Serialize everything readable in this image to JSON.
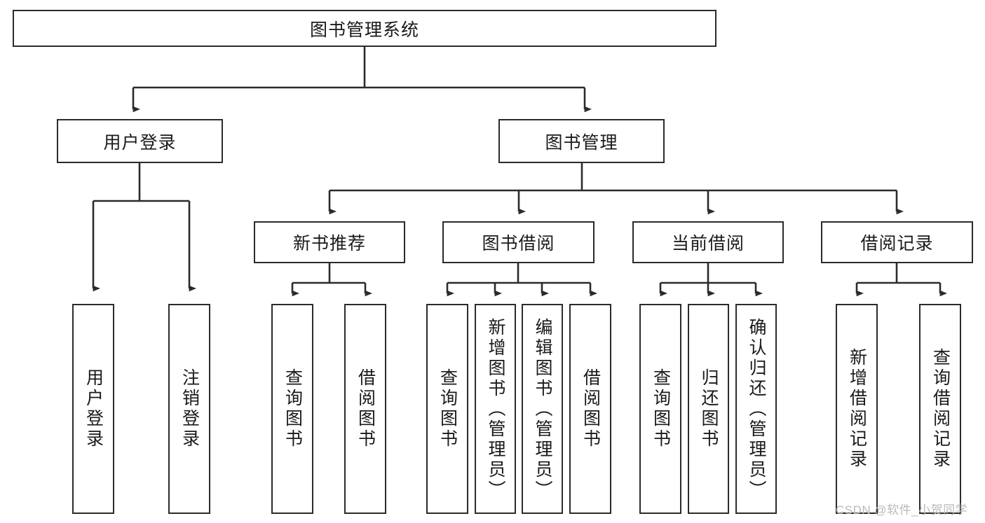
{
  "diagram": {
    "type": "hierarchy-tree",
    "title": "图书管理系统",
    "root": {
      "id": "root",
      "label": "图书管理系统"
    },
    "level2": [
      {
        "id": "user-login",
        "label": "用户登录"
      },
      {
        "id": "book-manage",
        "label": "图书管理"
      }
    ],
    "level3": [
      {
        "id": "new-book-rec",
        "label": "新书推荐",
        "parent": "book-manage"
      },
      {
        "id": "book-borrow",
        "label": "图书借阅",
        "parent": "book-manage"
      },
      {
        "id": "current-borrow",
        "label": "当前借阅",
        "parent": "book-manage"
      },
      {
        "id": "borrow-record",
        "label": "借阅记录",
        "parent": "book-manage"
      }
    ],
    "leaves": {
      "user-login": [
        {
          "id": "leaf-user-login",
          "label": "用户登录"
        },
        {
          "id": "leaf-logout",
          "label": "注销登录"
        }
      ],
      "new-book-rec": [
        {
          "id": "leaf-query-book-1",
          "label": "查询图书"
        },
        {
          "id": "leaf-borrow-book-1",
          "label": "借阅图书"
        }
      ],
      "book-borrow": [
        {
          "id": "leaf-query-book-2",
          "label": "查询图书"
        },
        {
          "id": "leaf-add-book",
          "label": "新增图书（管理员）"
        },
        {
          "id": "leaf-edit-book",
          "label": "编辑图书（管理员）"
        },
        {
          "id": "leaf-borrow-book-2",
          "label": "借阅图书"
        }
      ],
      "current-borrow": [
        {
          "id": "leaf-query-book-3",
          "label": "查询图书"
        },
        {
          "id": "leaf-return-book",
          "label": "归还图书"
        },
        {
          "id": "leaf-confirm-return",
          "label": "确认归还（管理员）"
        }
      ],
      "borrow-record": [
        {
          "id": "leaf-add-record",
          "label": "新增借阅记录"
        },
        {
          "id": "leaf-query-record",
          "label": "查询借阅记录"
        }
      ]
    }
  },
  "watermark": {
    "text": "CSDN @软件_小贺同学"
  },
  "colors": {
    "stroke": "#2b2b2b",
    "fill": "#ffffff",
    "text": "#1a1a1a",
    "watermark": "#b9b9b9"
  }
}
